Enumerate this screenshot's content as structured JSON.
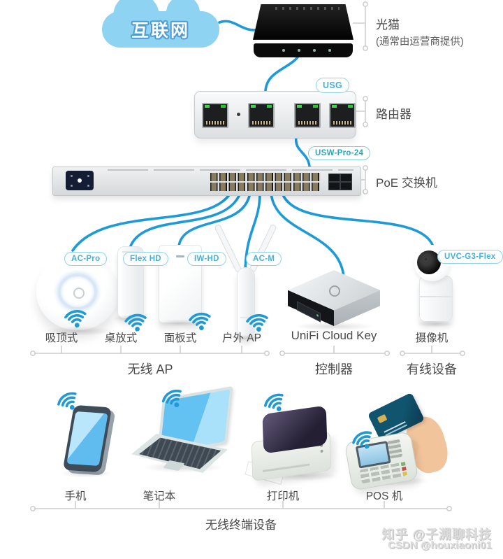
{
  "cloud": {
    "label": "互联网"
  },
  "side_labels": {
    "modem": {
      "title": "光猫",
      "subtitle": "(通常由运营商提供)"
    },
    "router": {
      "title": "路由器"
    },
    "switch": {
      "title": "PoE 交换机"
    }
  },
  "device_badges": {
    "router": "USG",
    "switch": "USW-Pro-24",
    "ap_ceiling": "AC-Pro",
    "ap_desktop": "Flex HD",
    "ap_wall": "IW-HD",
    "ap_outdoor": "AC-M",
    "camera": "UVC-G3-Flex"
  },
  "tier1_labels": {
    "ap_ceiling": "吸顶式",
    "ap_desktop": "桌放式",
    "ap_wall": "面板式",
    "ap_outdoor": "户外 AP",
    "cloud_key": "UniFi Cloud Key",
    "camera": "摄像机"
  },
  "groups": {
    "wireless_ap": "无线 AP",
    "controller": "控制器",
    "wired": "有线设备",
    "terminals": "无线终端设备"
  },
  "terminal_labels": {
    "phone": "手机",
    "laptop": "笔记本",
    "printer": "打印机",
    "pos": "POS 机"
  },
  "watermark": {
    "line1": "知乎 @子溯聊科技",
    "line2": "CSDN @houxiaoni01"
  },
  "colors": {
    "cable": "#1e9ad6",
    "wifi": "#1e9ad6",
    "cloud_fill": "#8ed3f1",
    "badge_blue": "#45b2d9",
    "badge_teal": "#2aa7b5",
    "bracket": "#cccccc",
    "label_text": "#4a4a4a"
  }
}
